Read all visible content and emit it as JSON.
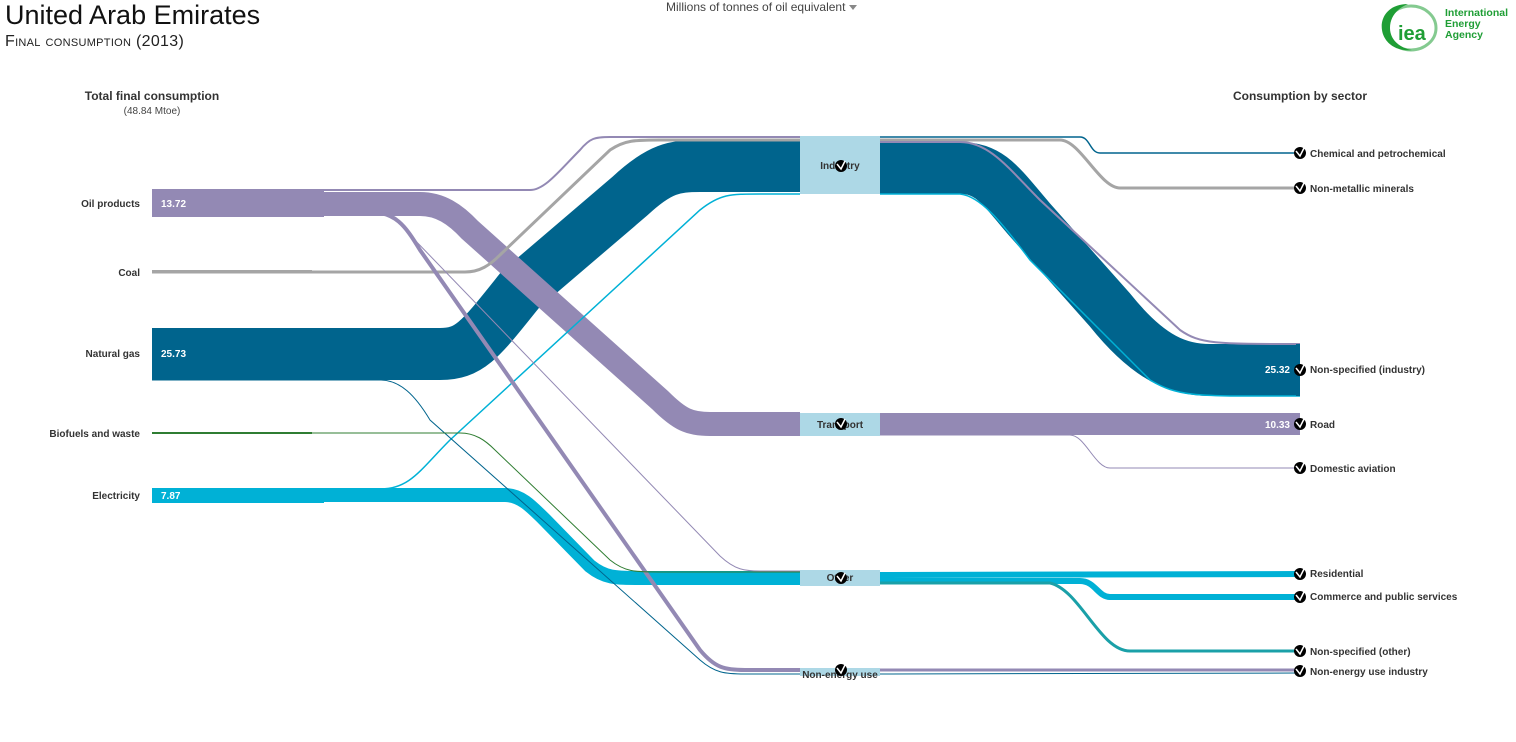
{
  "header": {
    "title": "United Arab Emirates",
    "subtitle": "Final consumption (2013)",
    "unit_selector": "Millions of tonnes of oil equivalent"
  },
  "logo": {
    "mark": "iea",
    "line1": "International",
    "line2": "Energy Agency",
    "color": "#1f9e35"
  },
  "columns": {
    "left_title": "Total final consumption",
    "left_subtitle": "(48.84 Mtoe)",
    "right_title": "Consumption by sector"
  },
  "colors": {
    "oil": "#9389b4",
    "coal": "#a5a5a5",
    "gas": "#00648d",
    "bio": "#2f7d32",
    "elec": "#00b1d6",
    "mid_node": "#add8e6"
  },
  "chart_data": {
    "type": "sankey",
    "units": "Mtoe",
    "total": 48.84,
    "sources": [
      {
        "name": "Oil products",
        "value": 13.72,
        "value_label": "13.72"
      },
      {
        "name": "Coal",
        "value": 0.7
      },
      {
        "name": "Natural gas",
        "value": 25.73,
        "value_label": "25.73"
      },
      {
        "name": "Biofuels and waste",
        "value": 0.02
      },
      {
        "name": "Electricity",
        "value": 7.87,
        "value_label": "7.87"
      }
    ],
    "sectors": [
      {
        "name": "Industry"
      },
      {
        "name": "Transport"
      },
      {
        "name": "Other"
      },
      {
        "name": "Non-energy use"
      }
    ],
    "destinations": [
      {
        "name": "Chemical and petrochemical",
        "sector": "Industry"
      },
      {
        "name": "Non-metallic minerals",
        "sector": "Industry"
      },
      {
        "name": "Non-specified (industry)",
        "sector": "Industry",
        "value": 25.32,
        "value_label": "25.32"
      },
      {
        "name": "Road",
        "sector": "Transport",
        "value": 10.33,
        "value_label": "10.33"
      },
      {
        "name": "Domestic aviation",
        "sector": "Transport"
      },
      {
        "name": "Residential",
        "sector": "Other"
      },
      {
        "name": "Commerce and public services",
        "sector": "Other"
      },
      {
        "name": "Non-specified (other)",
        "sector": "Other"
      },
      {
        "name": "Non-energy use industry",
        "sector": "Non-energy use"
      }
    ]
  }
}
